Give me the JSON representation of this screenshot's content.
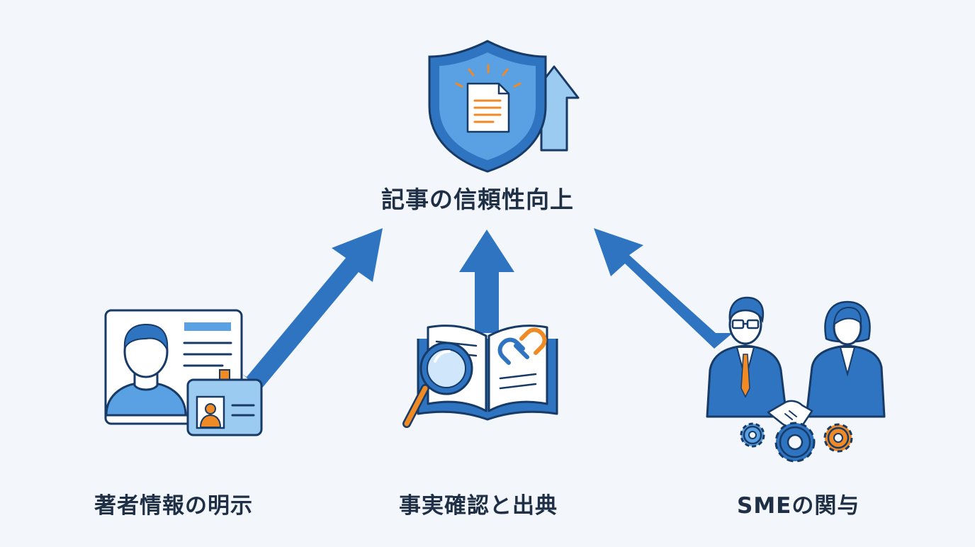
{
  "goal": {
    "label": "記事の信頼性向上",
    "icon": "shield-document-arrow-up-icon"
  },
  "pillars": [
    {
      "label": "著者情報の明示",
      "icon": "author-profile-id-card-icon"
    },
    {
      "label": "事実確認と出典",
      "icon": "book-magnifier-link-icon"
    },
    {
      "label": "SMEの関与",
      "icon": "handshake-experts-gears-icon"
    }
  ],
  "colors": {
    "background": "#f3f7fb",
    "primary_blue": "#2f74c0",
    "light_blue": "#6fb0ea",
    "navy_outline": "#173a66",
    "orange_accent": "#f08a24",
    "text": "#1f2f45"
  }
}
